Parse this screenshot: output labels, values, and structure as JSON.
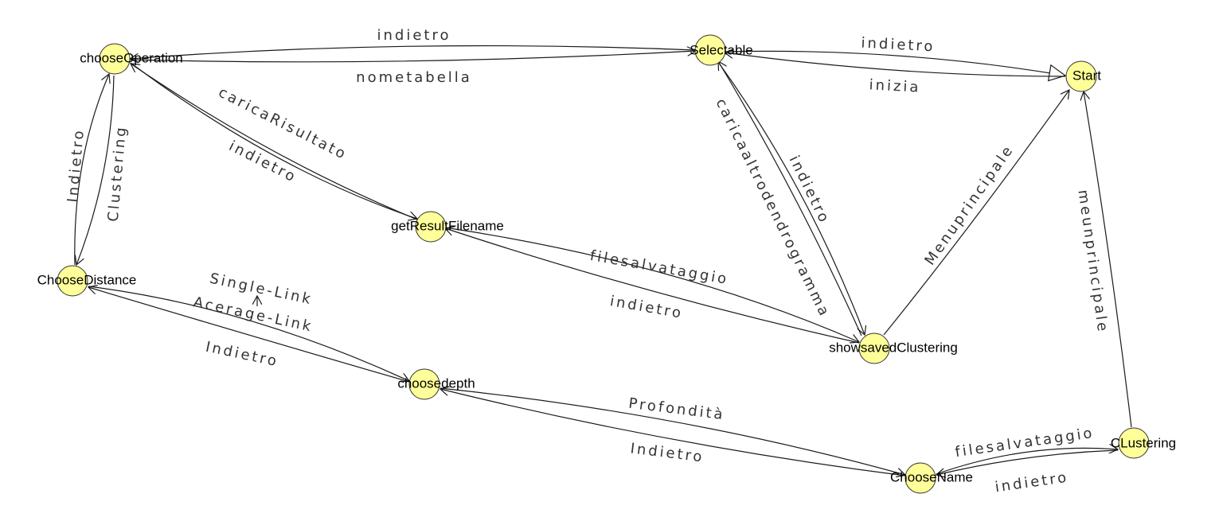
{
  "diagram": {
    "nodes": [
      {
        "id": "chooseOperation",
        "label": "chooseOperation"
      },
      {
        "id": "Selectable",
        "label": "Selectable"
      },
      {
        "id": "Start",
        "label": "Start"
      },
      {
        "id": "ChooseDistance",
        "label": "ChooseDistance"
      },
      {
        "id": "getResultFilename",
        "label": "getResultFilename"
      },
      {
        "id": "showsavedClustering",
        "label": "showsavedClustering"
      },
      {
        "id": "choosedepth",
        "label": "choosedepth"
      },
      {
        "id": "ChooseName",
        "label": "ChooseName"
      },
      {
        "id": "CLustering",
        "label": "CLustering"
      }
    ],
    "edges": [
      {
        "id": "sel-to-op",
        "from": "Selectable",
        "to": "chooseOperation",
        "label": "indietro"
      },
      {
        "id": "op-to-sel",
        "from": "chooseOperation",
        "to": "Selectable",
        "label": "nometabella"
      },
      {
        "id": "sel-to-start",
        "from": "Selectable",
        "to": "Start",
        "label": "indietro"
      },
      {
        "id": "start-to-sel",
        "from": "Start",
        "to": "Selectable",
        "label": "inizia"
      },
      {
        "id": "dist-to-op",
        "from": "ChooseDistance",
        "to": "chooseOperation",
        "label": "Indietro"
      },
      {
        "id": "op-to-dist",
        "from": "chooseOperation",
        "to": "ChooseDistance",
        "label": "Clustering"
      },
      {
        "id": "op-to-result",
        "from": "chooseOperation",
        "to": "getResultFilename",
        "label": "caricaRisultato"
      },
      {
        "id": "result-to-op",
        "from": "getResultFilename",
        "to": "chooseOperation",
        "label": "indietro"
      },
      {
        "id": "result-to-saved",
        "from": "getResultFilename",
        "to": "showsavedClustering",
        "label": "filesalvataggio"
      },
      {
        "id": "saved-to-result",
        "from": "showsavedClustering",
        "to": "getResultFilename",
        "label": "indietro"
      },
      {
        "id": "saved-to-sel",
        "from": "showsavedClustering",
        "to": "Selectable",
        "label": "caricaaltrodendrogramma"
      },
      {
        "id": "sel-to-saved",
        "from": "Selectable",
        "to": "showsavedClustering",
        "label": "indietro"
      },
      {
        "id": "saved-to-start",
        "from": "showsavedClustering",
        "to": "Start",
        "label": "Menuprincipale"
      },
      {
        "id": "clus-to-start",
        "from": "CLustering",
        "to": "Start",
        "label": "meunprincipale"
      },
      {
        "id": "dist-to-depth-single",
        "from": "ChooseDistance",
        "to": "choosedepth",
        "label": "Single-Link"
      },
      {
        "id": "dist-to-depth-average",
        "from": "ChooseDistance",
        "to": "choosedepth",
        "label": "Acerage-Link"
      },
      {
        "id": "depth-to-dist",
        "from": "choosedepth",
        "to": "ChooseDistance",
        "label": "Indietro"
      },
      {
        "id": "depth-to-name",
        "from": "choosedepth",
        "to": "ChooseName",
        "label": "Profondità"
      },
      {
        "id": "name-to-depth",
        "from": "ChooseName",
        "to": "choosedepth",
        "label": "Indietro"
      },
      {
        "id": "name-to-clus",
        "from": "ChooseName",
        "to": "CLustering",
        "label": "filesalvataggio"
      },
      {
        "id": "clus-to-name",
        "from": "CLustering",
        "to": "ChooseName",
        "label": "indietro"
      }
    ]
  },
  "colors": {
    "node_fill": "#ffff99",
    "node_stroke": "#333333",
    "edge_stroke": "#1a1a1a",
    "label_text": "#333333"
  }
}
